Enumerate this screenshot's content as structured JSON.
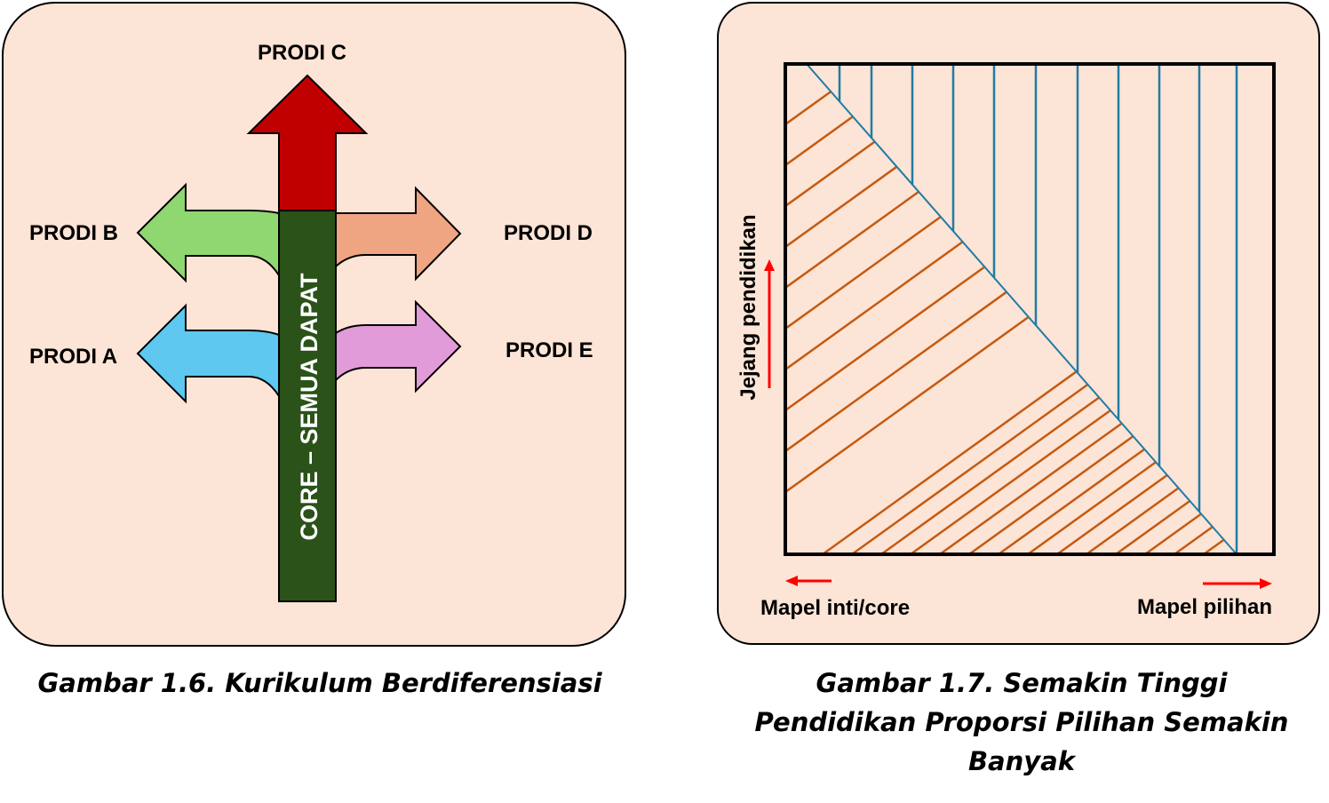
{
  "figure_left": {
    "labels": {
      "prodi_a": "PRODI A",
      "prodi_b": "PRODI B",
      "prodi_c": "PRODI C",
      "prodi_d": "PRODI D",
      "prodi_e": "PRODI E"
    },
    "core_label": "CORE – SEMUA DAPAT",
    "caption": "Gambar 1.6. Kurikulum Berdiferensiasi",
    "colors": {
      "panel": "#fce4d6",
      "core": "#2a5219",
      "prodi_a": "#5ec8f0",
      "prodi_b": "#8fd771",
      "prodi_c": "#c00000",
      "prodi_d": "#f0a582",
      "prodi_e": "#e29bd9"
    }
  },
  "figure_right": {
    "y_axis_label": "Jejang pendidikan",
    "x_left_label": "Mapel inti/core",
    "x_right_label": "Mapel pilihan",
    "caption_lines": [
      "Gambar 1.7. Semakin Tinggi",
      "Pendidikan Proporsi Pilihan Semakin",
      "Banyak"
    ],
    "colors": {
      "core_hatch": "#c55a11",
      "elective_hatch": "#1f7ca6",
      "arrows": "#ff0000"
    }
  }
}
